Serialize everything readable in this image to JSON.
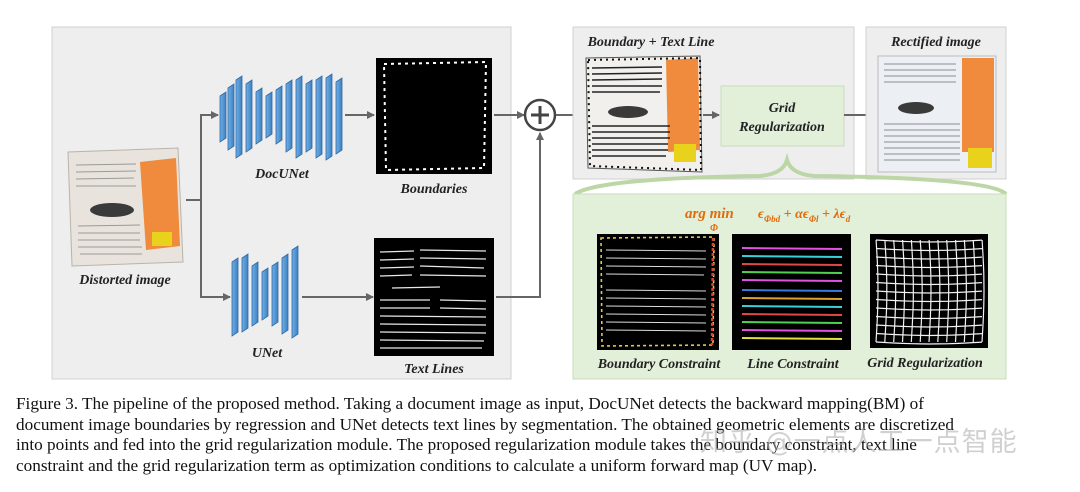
{
  "labels": {
    "distorted": "Distorted image",
    "docunet": "DocUNet",
    "unet": "UNet",
    "boundaries": "Boundaries",
    "text_lines": "Text Lines",
    "boundary_text_line": "Boundary + Text Line",
    "grid_reg_line1": "Grid",
    "grid_reg_line2": "Regularization",
    "rectified": "Rectified image",
    "boundary_constraint": "Boundary Constraint",
    "line_constraint": "Line Constraint",
    "grid_regularization": "Grid Regularization"
  },
  "formula": {
    "argmin": "arg min",
    "sub": "Φ",
    "expr": "ϵΦbd + αϵΦl + λϵd"
  },
  "caption": [
    "Figure 3.  The pipeline of the proposed method.  Taking a document image as input, DocUNet detects the backward mapping(BM) of",
    "document image boundaries by regression and UNet detects text lines by segmentation. The obtained geometric elements are discretized",
    "into points and fed into the grid regularization module.  The proposed regularization module takes the boundary constraint, text line",
    "constraint and the grid regularization term as optimization conditions to calculate a uniform forward map (UV map)."
  ],
  "watermark": "知乎 @一点人工一点智能",
  "colors": {
    "panel": "#eeeeee",
    "net_blue": "#4a8fd0",
    "grid_box": "#e2efd9",
    "formula": "#e36c0a",
    "arrow": "#666666"
  }
}
